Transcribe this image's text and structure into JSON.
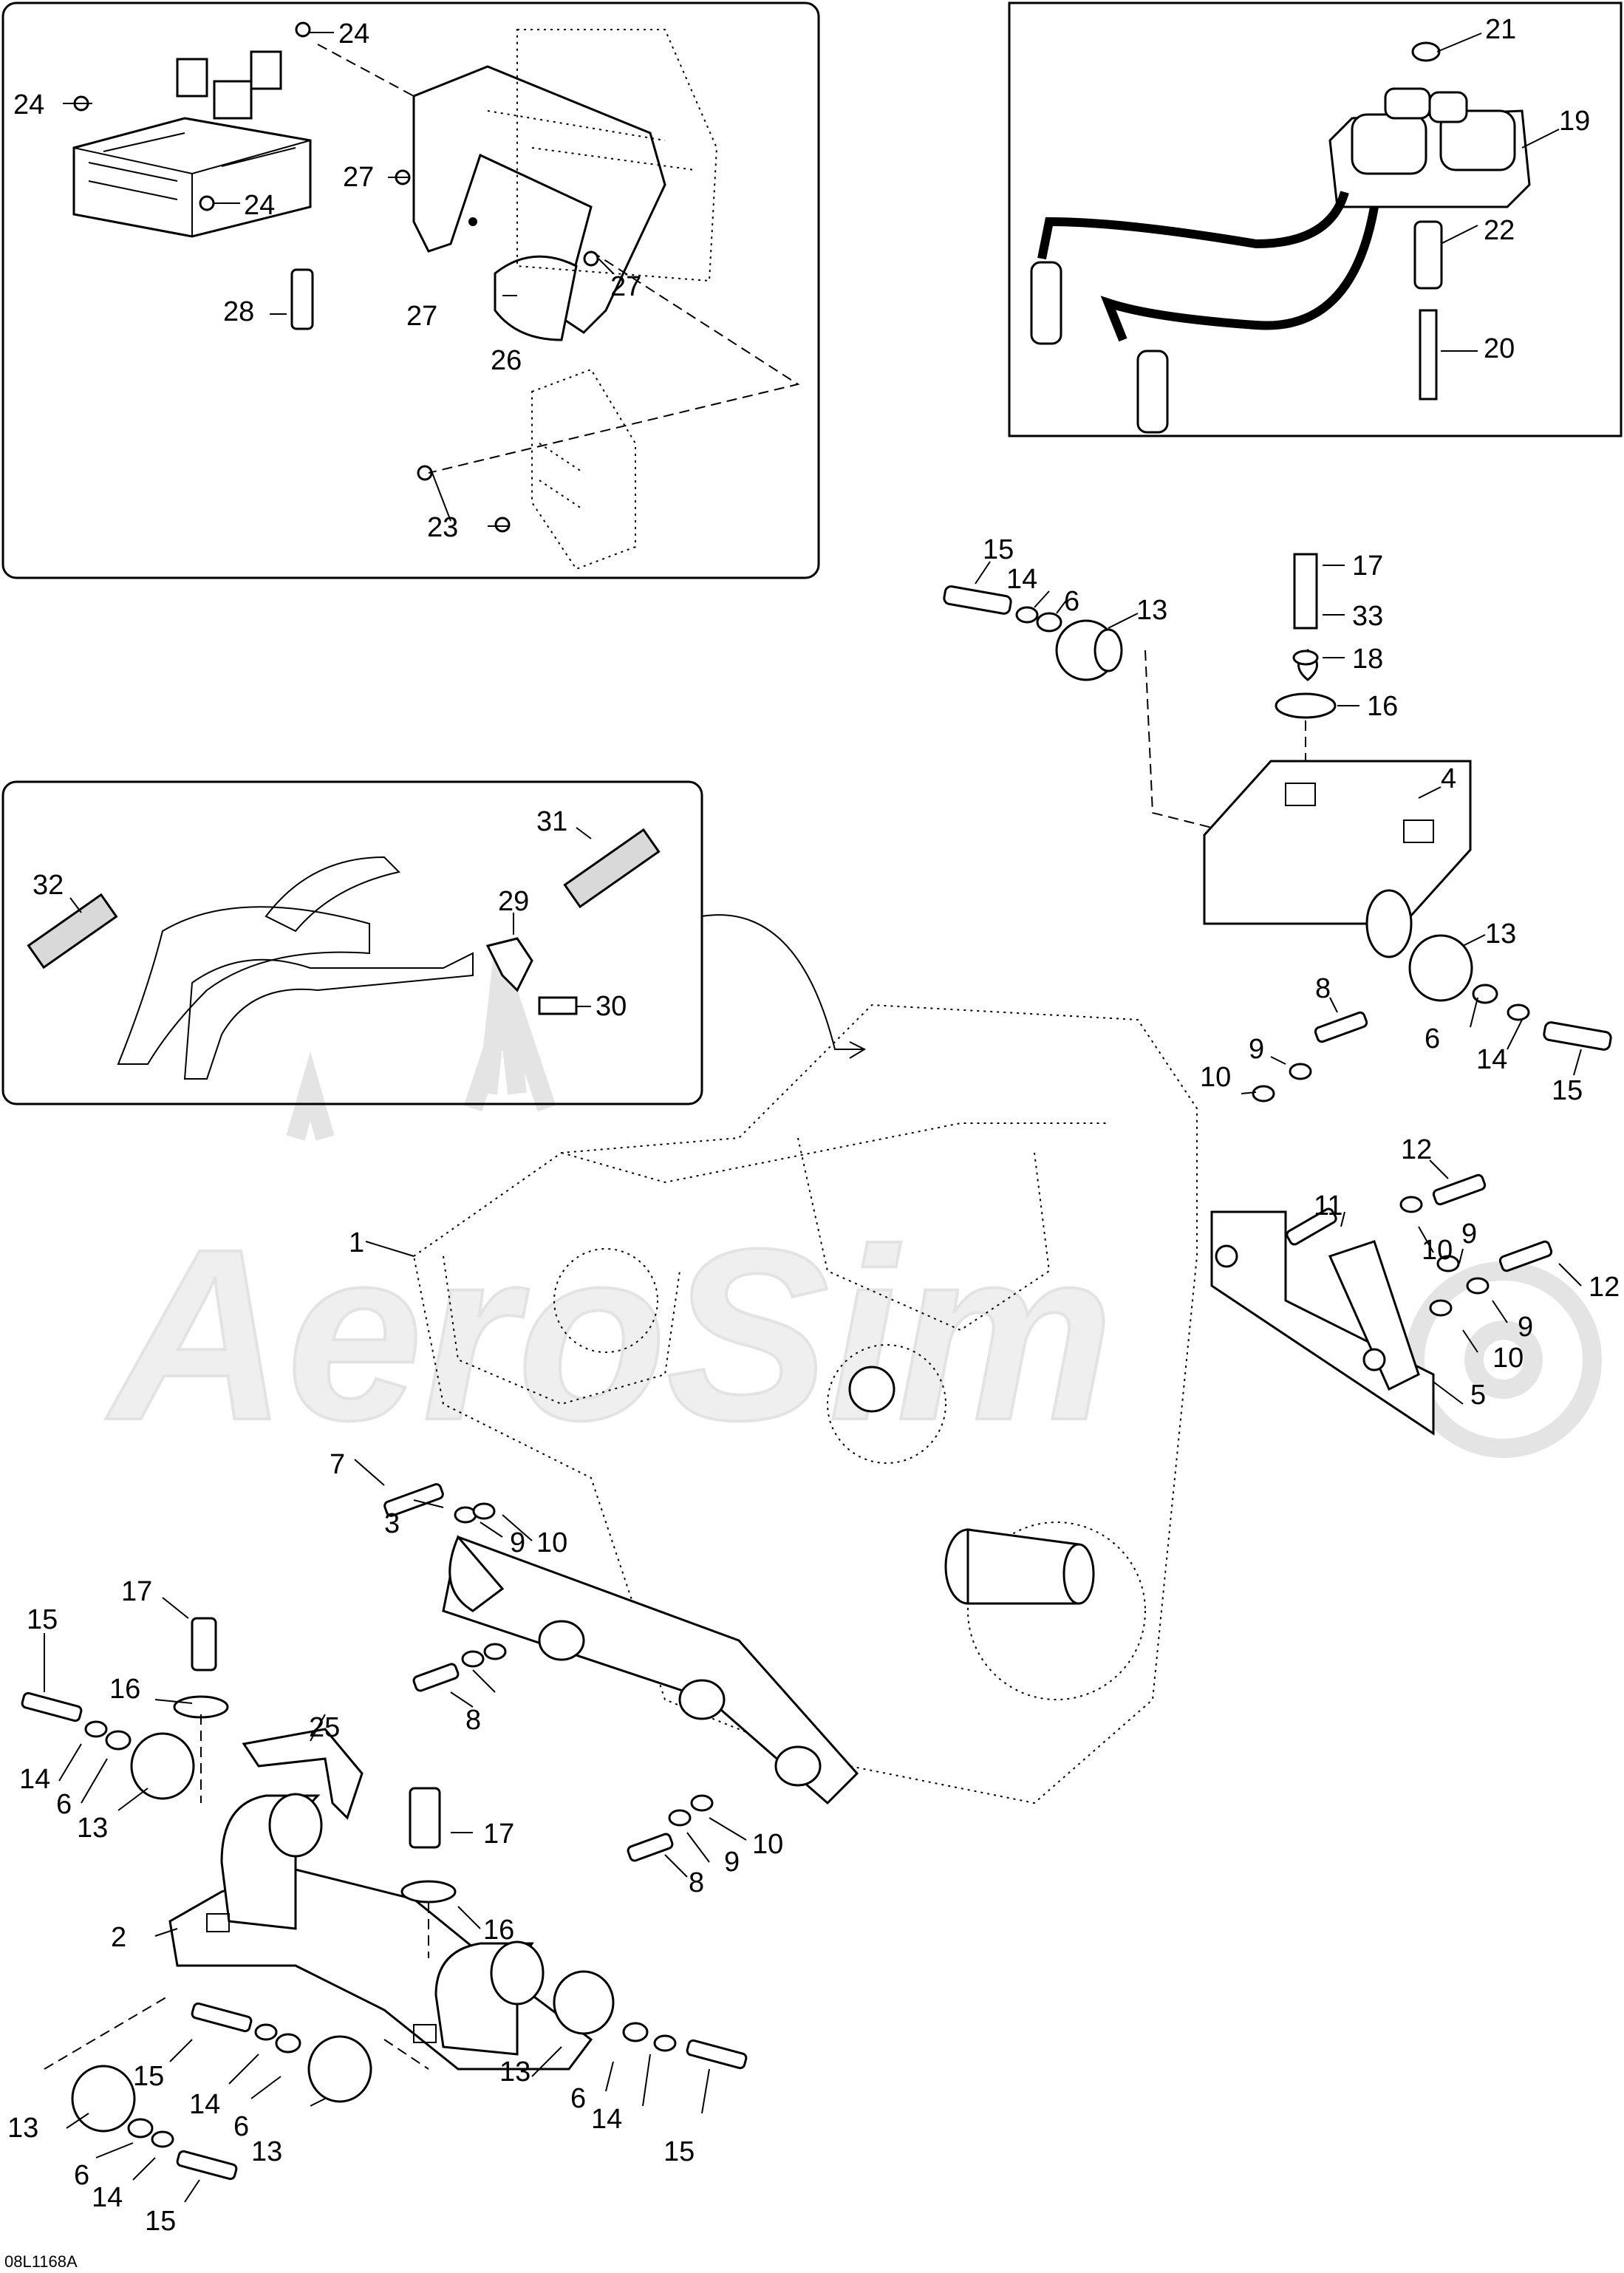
{
  "diagram": {
    "code": "08L1168A",
    "watermark": "AeroSim"
  },
  "callouts": {
    "c1": "1",
    "c2": "2",
    "c3": "3",
    "c4": "4",
    "c5": "5",
    "c6a": "6",
    "c6b": "6",
    "c6c": "6",
    "c6d": "6",
    "c6e": "6",
    "c6f": "6",
    "c7": "7",
    "c8a": "8",
    "c8b": "8",
    "c8c": "8",
    "c9a": "9",
    "c9b": "9",
    "c9c": "9",
    "c9d": "9",
    "c9e": "9",
    "c10a": "10",
    "c10b": "10",
    "c10c": "10",
    "c10d": "10",
    "c10e": "10",
    "c11": "11",
    "c12a": "12",
    "c12b": "12",
    "c13a": "13",
    "c13b": "13",
    "c13c": "13",
    "c13d": "13",
    "c13e": "13",
    "c13f": "13",
    "c14a": "14",
    "c14b": "14",
    "c14c": "14",
    "c14d": "14",
    "c14e": "14",
    "c14f": "14",
    "c15a": "15",
    "c15b": "15",
    "c15c": "15",
    "c15d": "15",
    "c15e": "15",
    "c15f": "15",
    "c16a": "16",
    "c16b": "16",
    "c16c": "16",
    "c17a": "17",
    "c17b": "17",
    "c17c": "17",
    "c18": "18",
    "c19": "19",
    "c20": "20",
    "c21": "21",
    "c22": "22",
    "c23": "23",
    "c24a": "24",
    "c24b": "24",
    "c24c": "24",
    "c25": "25",
    "c26": "26",
    "c27a": "27",
    "c27b": "27",
    "c27c": "27",
    "c28": "28",
    "c29": "29",
    "c30": "30",
    "c31": "31",
    "c32": "32",
    "c33": "33"
  }
}
